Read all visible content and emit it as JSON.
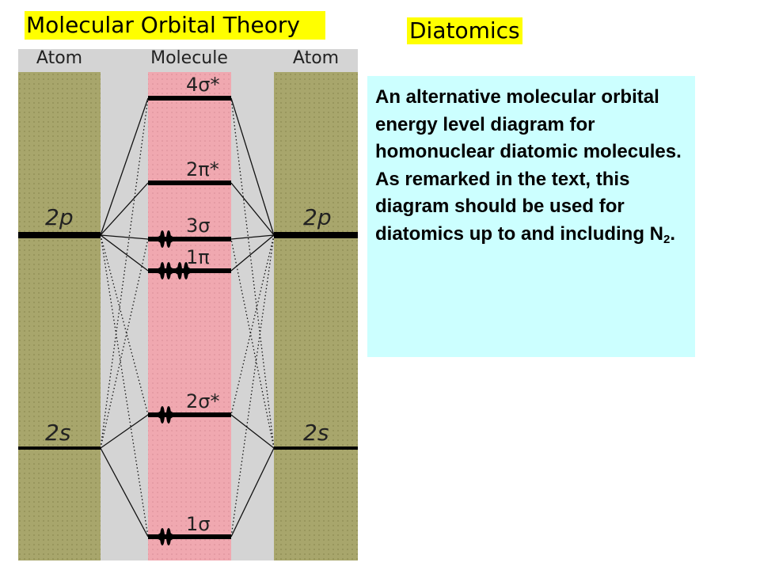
{
  "titles": {
    "main": "Molecular Orbital Theory",
    "sub": "Diatomics"
  },
  "diagram": {
    "column_headers": {
      "left": "Atom",
      "center": "Molecule",
      "right": "Atom"
    },
    "atomic_levels": {
      "upper": "2p",
      "lower": "2s"
    },
    "molecular_orbitals": [
      {
        "id": "4sigma_star",
        "label": "4σ*",
        "electrons": 0
      },
      {
        "id": "2pi_star",
        "label": "2π*",
        "electrons": 0
      },
      {
        "id": "3sigma",
        "label": "3σ",
        "electrons": 2
      },
      {
        "id": "1pi",
        "label": "1π",
        "electrons": 4
      },
      {
        "id": "2sigma_star",
        "label": "2σ*",
        "electrons": 2
      },
      {
        "id": "1sigma",
        "label": "1σ",
        "electrons": 2
      }
    ],
    "colors": {
      "atom_panel": "#a8a66c",
      "molecule_panel": "#f0a8b0",
      "background_gray": "#d4d4d4"
    }
  },
  "note": {
    "line1": "An alternative molecular orbital energy level diagram for homonuclear diatomic molecules.",
    "line2_main": " As remarked in the text, this diagram should be used for diatomics up to and including N",
    "line2_sub": "2",
    "line2_end": "."
  }
}
